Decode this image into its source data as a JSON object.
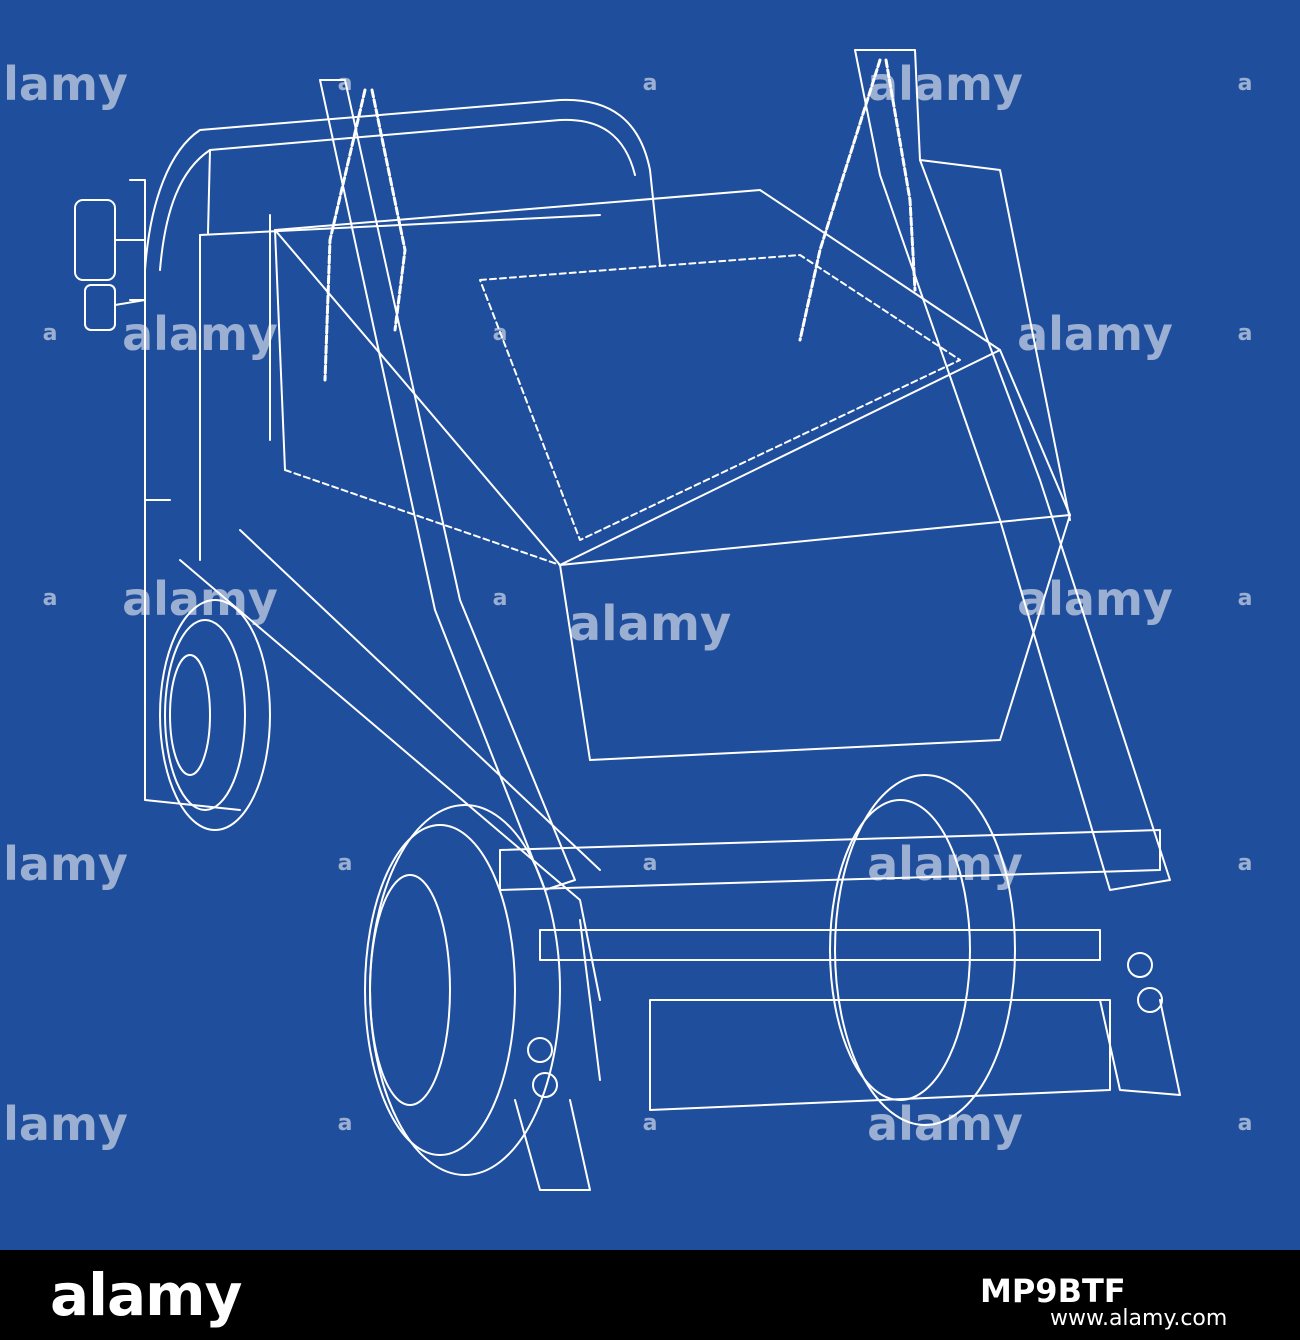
{
  "image": {
    "subject": "truck-blueprint-wireframe",
    "colors": {
      "background": "#1f4e9c",
      "line": "#ffffff",
      "footer": "#000000"
    }
  },
  "watermark": {
    "text": "alamy",
    "icon": "alamy-a-icon"
  },
  "footer": {
    "brand": "alamy",
    "image_id": "MP9BTF",
    "site": "www.alamy.com"
  }
}
